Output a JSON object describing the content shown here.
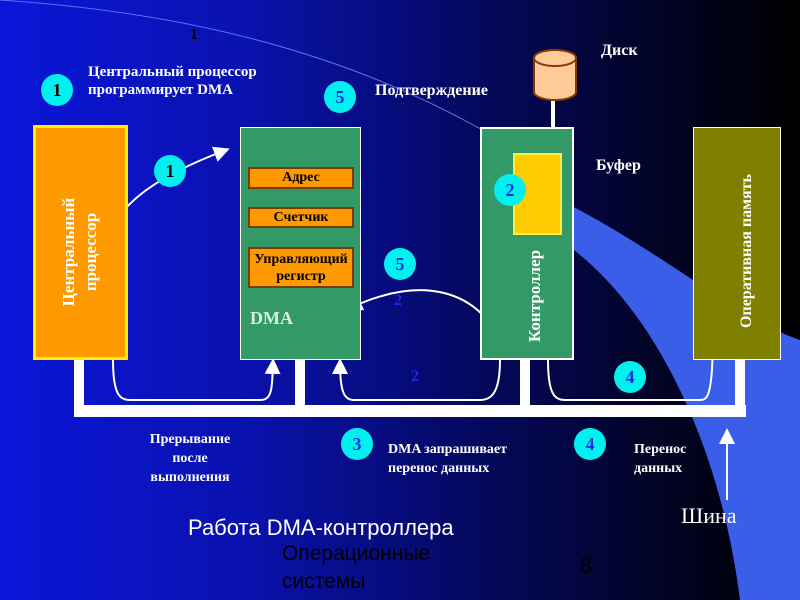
{
  "slide": {
    "title": "Работа DMA-контроллера",
    "footer_left": "Операционные системы",
    "footer_page": "8",
    "stray_top_digit": "1"
  },
  "components": {
    "cpu": "Центральный процессор",
    "dma": {
      "label": "DMA",
      "registers": [
        "Адрес",
        "Счетчик",
        "Управляющий регистр"
      ]
    },
    "controller": "Контроллер",
    "buffer": "Буфер",
    "disk": "Диск",
    "memory": "Оперативная память",
    "bus": "Шина"
  },
  "steps": [
    {
      "number": "1",
      "text": "Центральный процессор программирует DMA"
    },
    {
      "number": "2",
      "text": ""
    },
    {
      "number": "3",
      "text": "DMA запрашивает перенос данных"
    },
    {
      "number": "4",
      "text": "Перенос данных"
    },
    {
      "number": "5",
      "text": "Подтверждение"
    }
  ],
  "annotations": {
    "interrupt": "Прерывание после выполнения",
    "faint_2a": "2",
    "faint_2b": "2"
  },
  "colors": {
    "cpu_fill": "#ff9900",
    "cpu_border": "#ffee00",
    "dma_fill": "#339966",
    "controller_fill": "#339966",
    "buffer_fill": "#ffcc00",
    "memory_fill": "#808000",
    "disk_fill": "#ffcc99",
    "badge_fill": "#00f0f0",
    "swoosh": "#3a5ee8"
  }
}
